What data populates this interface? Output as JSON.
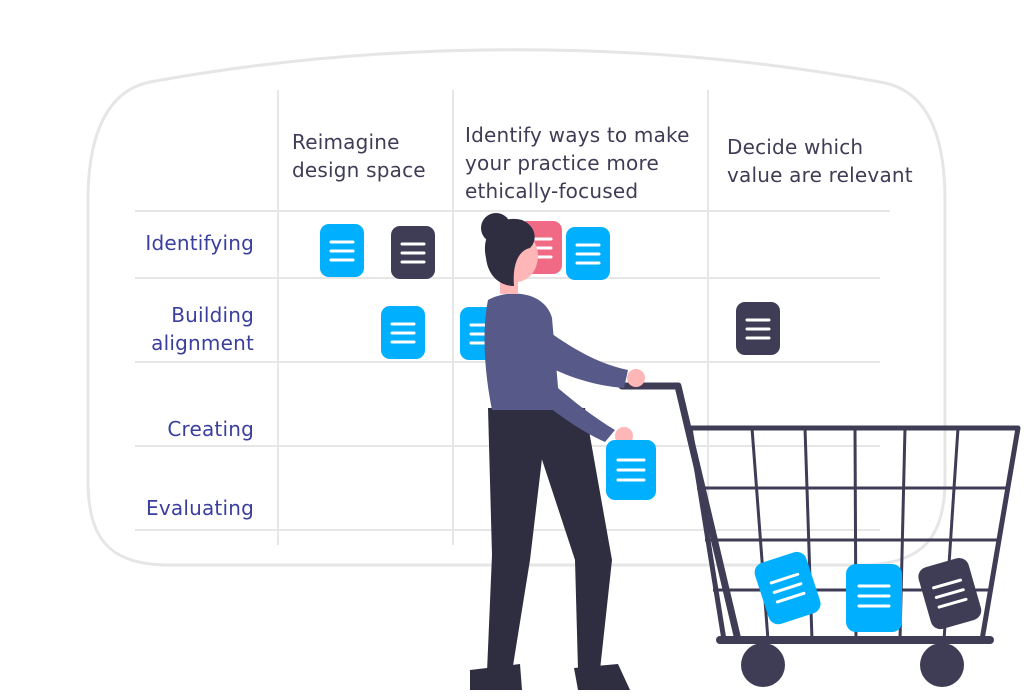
{
  "matrix": {
    "columns": [
      {
        "id": "reimagine",
        "lines": [
          "Reimagine",
          "design space"
        ]
      },
      {
        "id": "identify",
        "lines": [
          "Identify ways to make",
          "your practice more",
          "ethically-focused"
        ]
      },
      {
        "id": "decide",
        "lines": [
          "Decide which",
          "value are relevant"
        ]
      }
    ],
    "rows": [
      {
        "id": "identifying",
        "lines": [
          "Identifying"
        ]
      },
      {
        "id": "building",
        "lines": [
          "Building",
          "alignment"
        ]
      },
      {
        "id": "creating",
        "lines": [
          "Creating"
        ]
      },
      {
        "id": "evaluating",
        "lines": [
          "Evaluating"
        ]
      }
    ]
  },
  "colors": {
    "blue_note": "#00b0ff",
    "dark_note": "#3f3d56",
    "pink_note": "#f06a85",
    "heading": "#3f3d56",
    "row_label": "#3a3f9e",
    "grid": "#e6e6e6",
    "shirt": "#575a89",
    "skin": "#ffb6b6",
    "pants": "#2f2e41"
  }
}
